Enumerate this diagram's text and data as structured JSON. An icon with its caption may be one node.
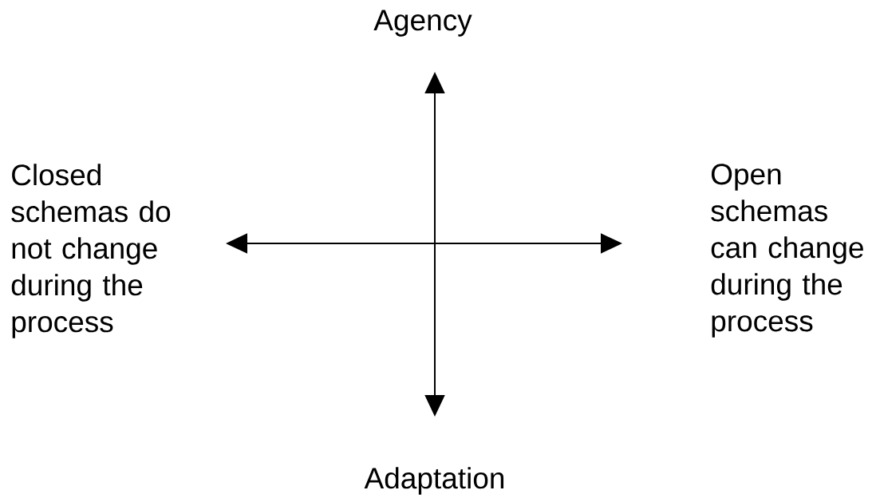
{
  "diagram": {
    "labels": [
      "Agency",
      "Closed schemas do not change during the process",
      "Open schemas can change during the process",
      "Adaptation"
    ]
  }
}
